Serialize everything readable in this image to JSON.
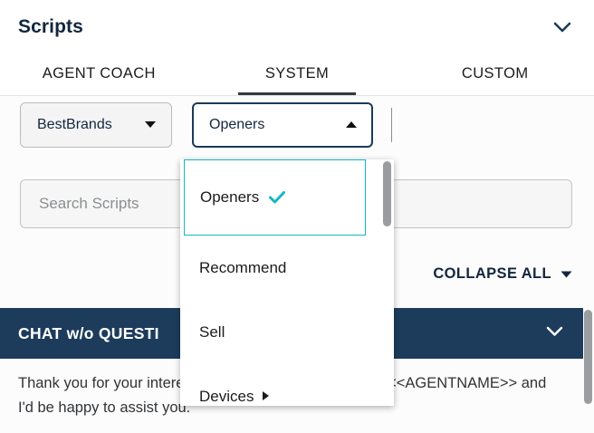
{
  "header": {
    "title": "Scripts",
    "collapse_icon": "chevron-down-icon"
  },
  "tabs": [
    {
      "label": "AGENT COACH",
      "active": false
    },
    {
      "label": "SYSTEM",
      "active": true
    },
    {
      "label": "CUSTOM",
      "active": false
    }
  ],
  "filters": {
    "brand_select": {
      "value": "BestBrands",
      "caret": "caret-down-icon",
      "state": "closed"
    },
    "category_select": {
      "value": "Openers",
      "caret": "caret-up-icon",
      "state": "open"
    }
  },
  "search": {
    "value": "",
    "placeholder": "Search Scripts"
  },
  "toolbar": {
    "collapse_all_label": "COLLAPSE ALL",
    "collapse_all_caret": "caret-down-icon"
  },
  "dropdown": {
    "open": true,
    "items": [
      {
        "label": "Openers",
        "selected": true,
        "check_icon": "check-icon",
        "has_submenu": false
      },
      {
        "label": "Recommend",
        "selected": false,
        "has_submenu": false
      },
      {
        "label": "Sell",
        "selected": false,
        "has_submenu": false
      },
      {
        "label": "Devices",
        "selected": false,
        "has_submenu": true,
        "submenu_icon": "caret-right-icon"
      }
    ]
  },
  "script_section": {
    "title": "CHAT w/o QUESTI",
    "toggle_icon": "chevron-down-icon",
    "body": "Thank you for your interest in our products. My name is <<AGENTNAME>> and I'd be happy to assist you."
  },
  "colors": {
    "navy": "#1d3c5c",
    "teal_accent": "#14b8c4",
    "text_dark": "#12263f",
    "scrollbar": "#9a9ea1"
  }
}
